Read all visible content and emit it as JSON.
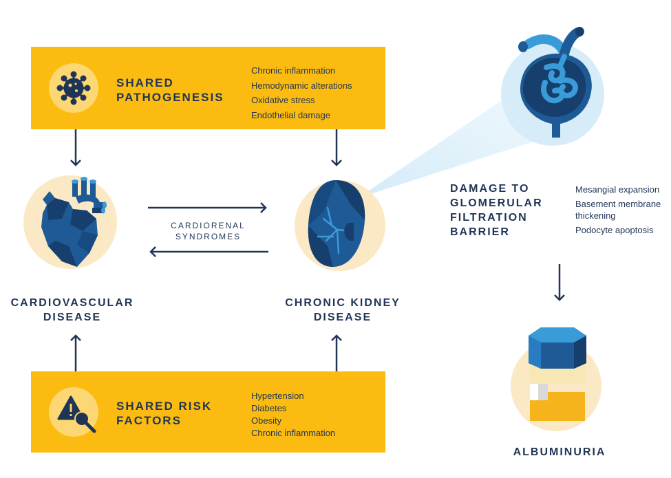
{
  "shared_pathogenesis": {
    "title": "SHARED\nPATHOGENESIS",
    "items": [
      "Chronic inflammation",
      "Hemodynamic alterations",
      "Oxidative stress",
      "Endothelial damage"
    ]
  },
  "shared_risk_factors": {
    "title": "SHARED RISK\nFACTORS",
    "items": [
      "Hypertension",
      "Diabetes",
      "Obesity",
      "Chronic inflammation"
    ]
  },
  "cardiovascular": {
    "label": "CARDIOVASCULAR\nDISEASE"
  },
  "ckd": {
    "label": "CHRONIC KIDNEY\nDISEASE"
  },
  "cardiorenal": {
    "label": "CARDIORENAL\nSYNDROMES"
  },
  "glomerular": {
    "title": "DAMAGE TO\nGLOMERULAR\nFILTRATION\nBARRIER",
    "items": [
      "Mesangial expansion",
      "Basement membrane\nthickening",
      "Podocyte apoptosis"
    ]
  },
  "albuminuria": {
    "label": "ALBUMINURIA"
  },
  "icons": [
    "virus-icon",
    "warning-magnifier-icon",
    "heart-icon",
    "kidney-icon",
    "glomerulus-icon",
    "urine-jar-icon"
  ],
  "colors": {
    "box": "#fbbb10",
    "navy": "#1f3556",
    "organ_dark": "#173f6e",
    "organ_mid": "#1e5a96",
    "accent_blue": "#3a9bd9",
    "glow": "#fbe8c4"
  }
}
